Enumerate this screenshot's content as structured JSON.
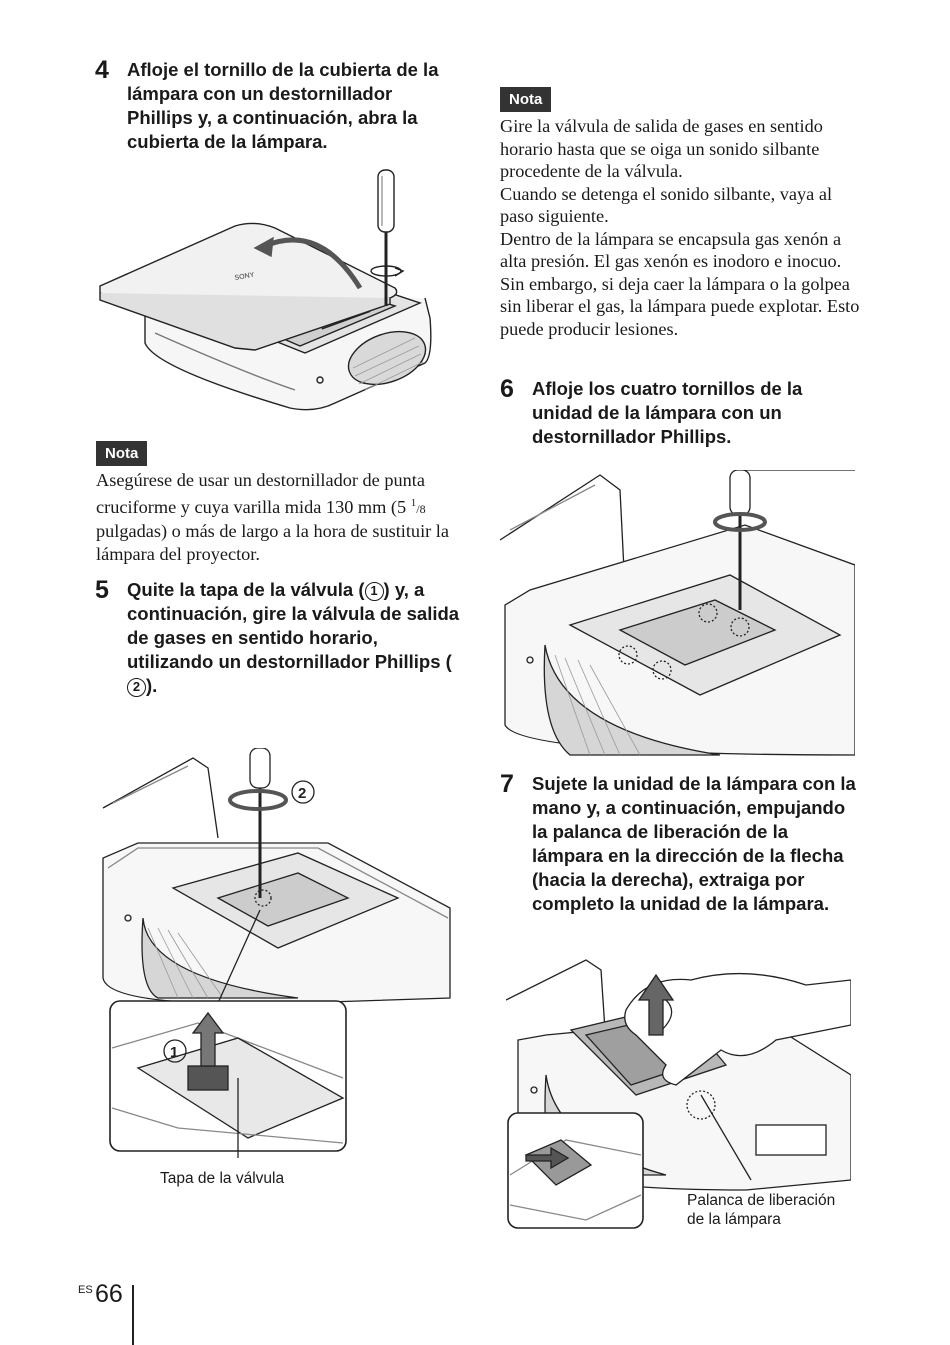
{
  "step4": {
    "number": "4",
    "text": "Afloje el tornillo de la cubierta de la lámpara con un destornillador Phillips y, a continuación, abra la cubierta de la lámpara."
  },
  "note1": {
    "badge": "Nota",
    "text_a": "Asegúrese de usar un destornillador de punta cruciforme y cuya varilla mida 130 mm (5 ",
    "frac_num": "1",
    "frac_den": "/8",
    "text_b": " pulgadas) o más de largo a la hora de sustituir la lámpara del proyector."
  },
  "step5": {
    "number": "5",
    "text_a": "Quite la tapa de la válvula (",
    "marker1": "1",
    "text_b": ") y, a continuación, gire la válvula de salida de gases en sentido horario, utilizando un destornillador Phillips (",
    "marker2": "2",
    "text_c": ")."
  },
  "figure5": {
    "marker1": "1",
    "marker2": "2",
    "caption": "Tapa de la válvula"
  },
  "note2": {
    "badge": "Nota",
    "para1": "Gire la válvula de salida de gases en sentido horario hasta que se oiga un sonido silbante procedente de la válvula.",
    "para2": "Cuando se detenga el sonido silbante, vaya al paso siguiente.",
    "para3": "Dentro de la lámpara se encapsula gas xenón a alta presión. El gas xenón es inodoro e inocuo. Sin embargo, si deja caer la lámpara o la golpea sin liberar el gas, la lámpara puede explotar. Esto puede producir lesiones."
  },
  "step6": {
    "number": "6",
    "text": "Afloje los cuatro tornillos de la unidad de la lámpara con un destornillador Phillips."
  },
  "step7": {
    "number": "7",
    "text": "Sujete la unidad de la lámpara con la mano y, a continuación, empujando la palanca de liberación de la lámpara en la dirección de la flecha (hacia la derecha), extraiga por completo la unidad de la lámpara."
  },
  "figure7": {
    "caption_line1": "Palanca de liberación",
    "caption_line2": "de la lámpara"
  },
  "footer": {
    "lang": "ES",
    "page": "66"
  }
}
